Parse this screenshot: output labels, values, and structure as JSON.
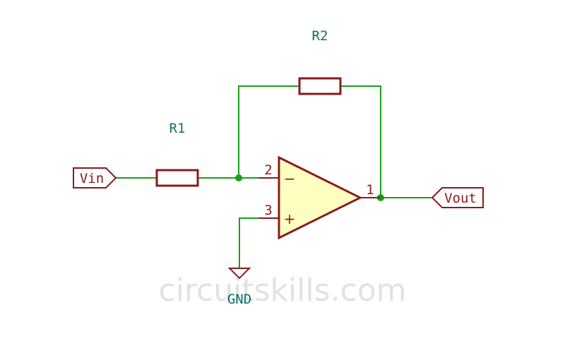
{
  "components": {
    "r1": {
      "ref": "R1"
    },
    "r2": {
      "ref": "R2"
    },
    "opamp": {
      "pin_inv": "2",
      "pin_noninv": "3",
      "pin_out": "1",
      "sign_inv": "−",
      "sign_noninv": "+"
    }
  },
  "ports": {
    "vin": "Vin",
    "vout": "Vout",
    "gnd": "GND"
  },
  "watermark": "circuitskills.com",
  "colors": {
    "wire": "#1aa01a",
    "component": "#8b1a1a",
    "opamp_fill": "#ffffc2",
    "reference_text": "#0f6f6f",
    "watermark": "#e2e2e2"
  }
}
